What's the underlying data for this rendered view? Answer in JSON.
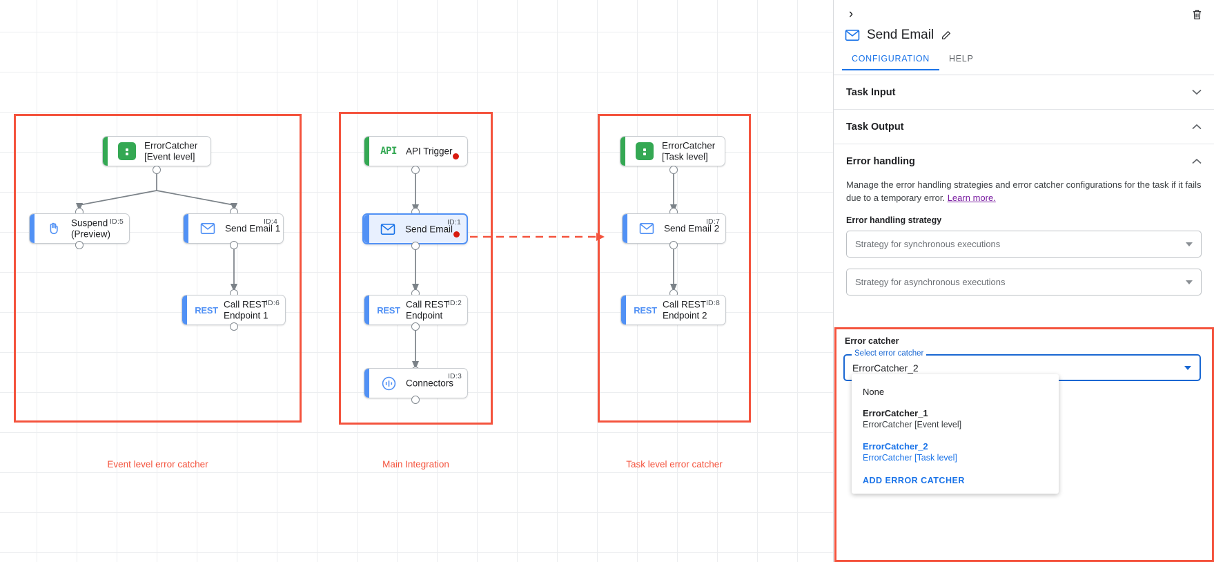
{
  "canvas": {
    "groups": [
      {
        "label": "Event level error catcher"
      },
      {
        "label": "Main Integration"
      },
      {
        "label": "Task level error catcher"
      }
    ],
    "nodes": {
      "error_catcher_event": {
        "title": "ErrorCatcher\n[Event level]",
        "icon": "error-catcher-icon",
        "id": ""
      },
      "suspend": {
        "title": "Suspend\n(Preview)",
        "icon": "hand-icon",
        "id": "ID:5"
      },
      "send_email_1": {
        "title": "Send Email 1",
        "icon": "envelope-icon",
        "id": "ID:4"
      },
      "call_rest_1": {
        "title": "Call REST\nEndpoint 1",
        "icon": "rest-icon",
        "id": "ID:6"
      },
      "api_trigger": {
        "title": "API Trigger",
        "icon": "api-icon",
        "id": ""
      },
      "send_email": {
        "title": "Send Email",
        "icon": "envelope-icon",
        "id": "ID:1"
      },
      "call_rest": {
        "title": "Call REST\nEndpoint",
        "icon": "rest-icon",
        "id": "ID:2"
      },
      "connectors": {
        "title": "Connectors",
        "icon": "connectors-icon",
        "id": "ID:3"
      },
      "error_catcher_task": {
        "title": "ErrorCatcher\n[Task level]",
        "icon": "error-catcher-icon",
        "id": ""
      },
      "send_email_2": {
        "title": "Send Email 2",
        "icon": "envelope-icon",
        "id": "ID:7"
      },
      "call_rest_2": {
        "title": "Call REST\nEndpoint 2",
        "icon": "rest-icon",
        "id": "ID:8"
      }
    }
  },
  "panel": {
    "title": "Send Email",
    "title_icon": "envelope-icon",
    "back_icon": "chevron-right-icon",
    "delete_icon": "trash-icon",
    "edit_icon": "pencil-icon",
    "tabs": [
      {
        "label": "CONFIGURATION",
        "active": true
      },
      {
        "label": "HELP",
        "active": false
      }
    ],
    "sections": [
      {
        "title": "Task Input",
        "expanded": false
      },
      {
        "title": "Task Output",
        "expanded": true
      }
    ],
    "error_handling": {
      "title": "Error handling",
      "description": "Manage the error handling strategies and error catcher configurations for the task if it fails due to a temporary error.",
      "learn_more": "Learn more.",
      "strategy_label": "Error handling strategy",
      "sync_placeholder": "Strategy for synchronous executions",
      "async_placeholder": "Strategy for asynchronous executions"
    },
    "error_catcher": {
      "label": "Error catcher",
      "select_label": "Select error catcher",
      "selected_value": "ErrorCatcher_2",
      "options": [
        {
          "main": "None",
          "sub": "",
          "selected": false,
          "bold": false
        },
        {
          "main": "ErrorCatcher_1",
          "sub": "ErrorCatcher [Event level]",
          "selected": false,
          "bold": true
        },
        {
          "main": "ErrorCatcher_2",
          "sub": "ErrorCatcher [Task level]",
          "selected": true,
          "bold": true
        }
      ],
      "add_action": "ADD ERROR CATCHER"
    }
  },
  "colors": {
    "accent_blue": "#1a73e8",
    "highlight_red": "#f4533d",
    "node_green": "#34a853",
    "node_blue": "#5191f5",
    "error_dot": "#d81b0f",
    "learn_more_purple": "#7b1fa2"
  }
}
